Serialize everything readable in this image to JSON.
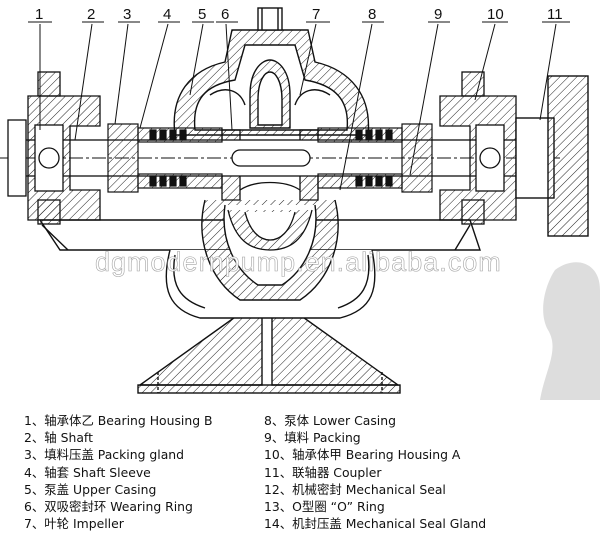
{
  "watermark": "dgmodernpump.en.alibaba.com",
  "callouts": [
    "1",
    "2",
    "3",
    "4",
    "5",
    "6",
    "7",
    "8",
    "9",
    "10",
    "11"
  ],
  "legend_left": [
    {
      "num": "1、",
      "zh": "轴承体乙",
      "en": "Bearing Housing B"
    },
    {
      "num": "2、",
      "zh": "轴",
      "en": "Shaft"
    },
    {
      "num": "3、",
      "zh": "填料压盖",
      "en": "Packing gland"
    },
    {
      "num": "4、",
      "zh": "轴套",
      "en": "Shaft Sleeve"
    },
    {
      "num": "5、",
      "zh": "泵盖",
      "en": "Upper Casing"
    },
    {
      "num": "6、",
      "zh": "双吸密封环",
      "en": "Wearing Ring"
    },
    {
      "num": "7、",
      "zh": "叶轮",
      "en": "Impeller"
    }
  ],
  "legend_right": [
    {
      "num": "8、",
      "zh": "泵体",
      "en": "Lower Casing"
    },
    {
      "num": "9、",
      "zh": "填料",
      "en": "Packing"
    },
    {
      "num": "10、",
      "zh": "轴承体甲",
      "en": "Bearing Housing A"
    },
    {
      "num": "11、",
      "zh": "联轴器",
      "en": "Coupler"
    },
    {
      "num": "12、",
      "zh": "机械密封",
      "en": "Mechanical Seal"
    },
    {
      "num": "13、",
      "zh": "O型圈",
      "en": "“O” Ring"
    },
    {
      "num": "14、",
      "zh": "机封压盖",
      "en": "Mechanical Seal Gland"
    }
  ]
}
